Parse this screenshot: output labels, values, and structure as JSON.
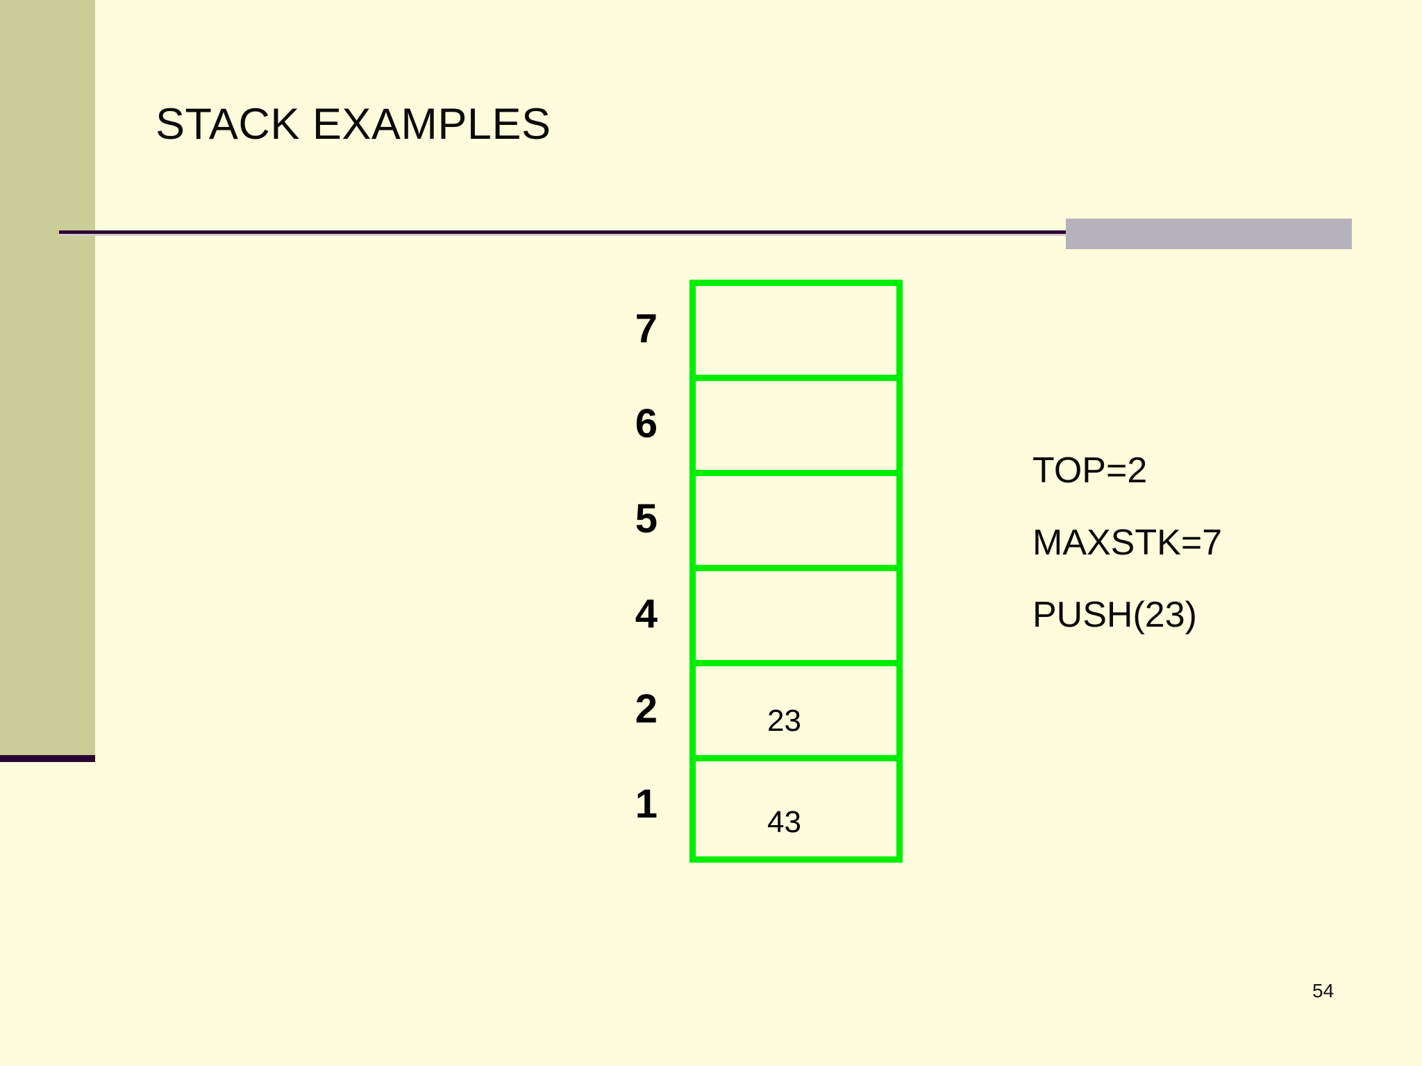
{
  "slide": {
    "title": "STACK EXAMPLES",
    "page_number": "54",
    "colors": {
      "background": "#fdfcdd",
      "sidebar_band": "#cacd97",
      "rule": "#2b0531",
      "accent_block": "#b5b2bb",
      "stack_border": "#00ee00",
      "text": "#0b0b0b"
    }
  },
  "stack": {
    "cells": [
      {
        "index": "7",
        "value": ""
      },
      {
        "index": "6",
        "value": ""
      },
      {
        "index": "5",
        "value": ""
      },
      {
        "index": "4",
        "value": ""
      },
      {
        "index": "2",
        "value": "23"
      },
      {
        "index": "1",
        "value": "43"
      }
    ]
  },
  "notes": {
    "lines": [
      "TOP=2",
      "MAXSTK=7",
      "PUSH(23)"
    ]
  }
}
